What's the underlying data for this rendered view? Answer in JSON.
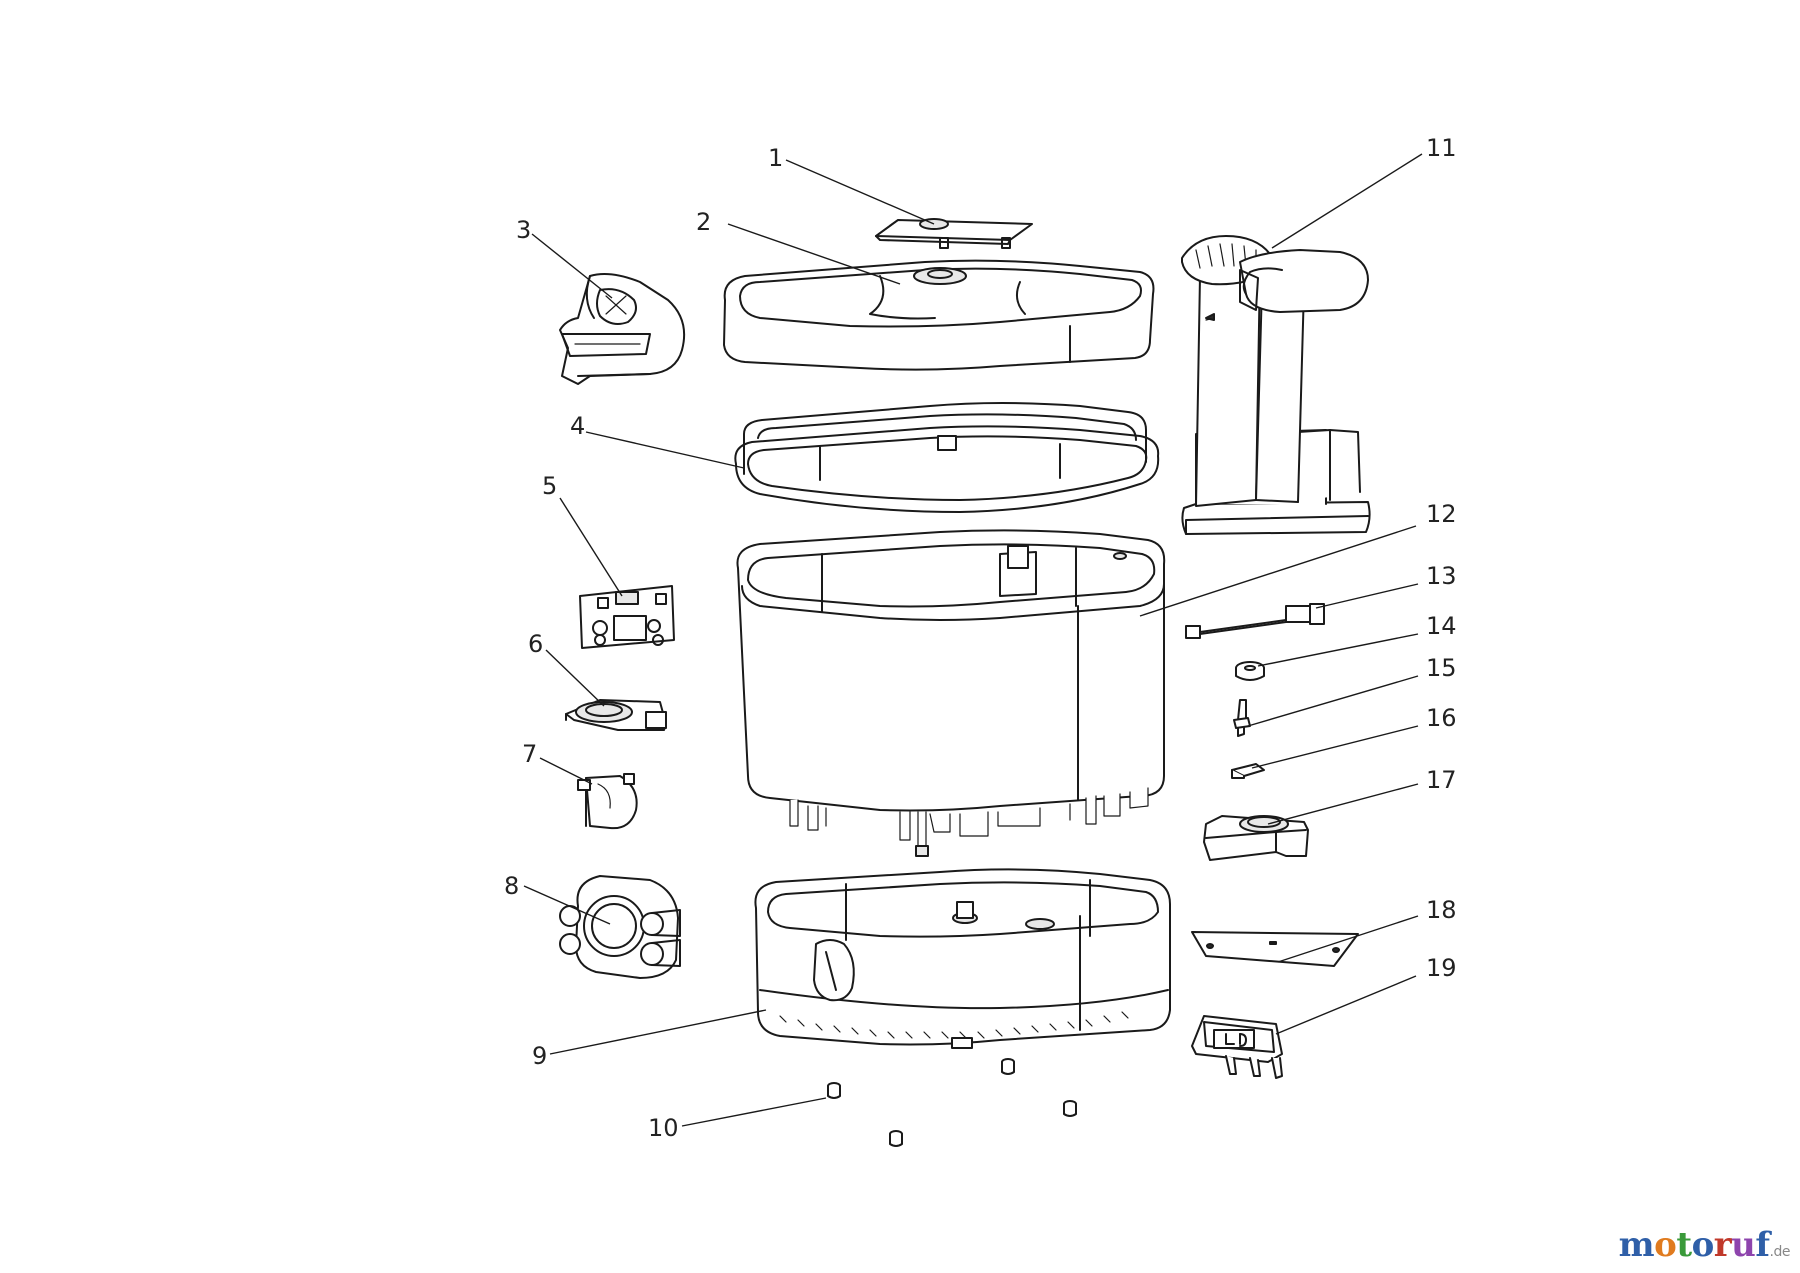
{
  "callouts": [
    {
      "id": "1",
      "label": "1"
    },
    {
      "id": "2",
      "label": "2"
    },
    {
      "id": "3",
      "label": "3"
    },
    {
      "id": "4",
      "label": "4"
    },
    {
      "id": "5",
      "label": "5"
    },
    {
      "id": "6",
      "label": "6"
    },
    {
      "id": "7",
      "label": "7"
    },
    {
      "id": "8",
      "label": "8"
    },
    {
      "id": "9",
      "label": "9"
    },
    {
      "id": "10",
      "label": "10"
    },
    {
      "id": "11",
      "label": "11"
    },
    {
      "id": "12",
      "label": "12"
    },
    {
      "id": "13",
      "label": "13"
    },
    {
      "id": "14",
      "label": "14"
    },
    {
      "id": "15",
      "label": "15"
    },
    {
      "id": "16",
      "label": "16"
    },
    {
      "id": "17",
      "label": "17"
    },
    {
      "id": "18",
      "label": "18"
    },
    {
      "id": "19",
      "label": "19"
    }
  ],
  "watermark": {
    "letters": [
      "m",
      "o",
      "t",
      "o",
      "r",
      "u",
      "f"
    ],
    "letter_colors": [
      "#2f5fa8",
      "#e07b1f",
      "#3a9a3a",
      "#2f5fa8",
      "#c0392b",
      "#8e44ad",
      "#2f5fa8"
    ],
    "suffix": ".de"
  }
}
